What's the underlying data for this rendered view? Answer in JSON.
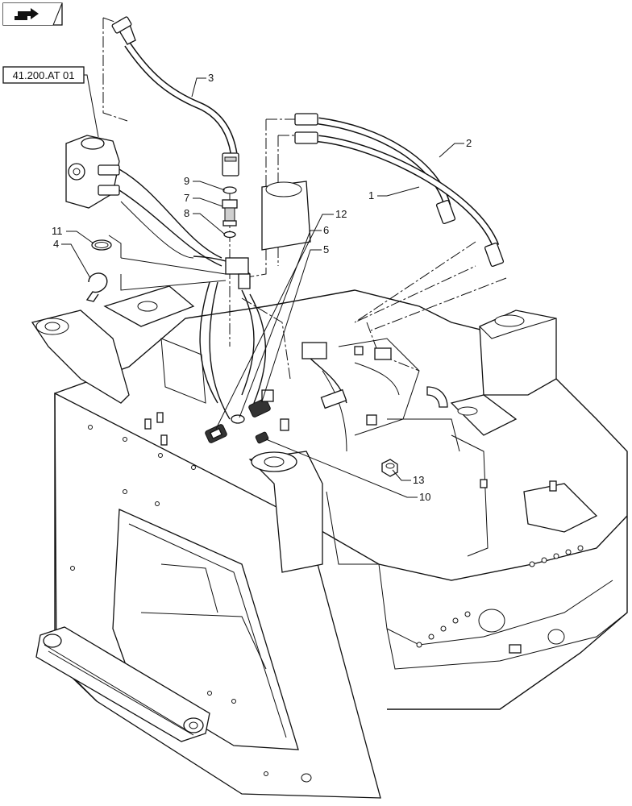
{
  "navigation": {
    "icon": "nav-arrow-icon"
  },
  "reference_box": {
    "label": "41.200.AT 01"
  },
  "callouts": [
    {
      "id": "c1",
      "label": "1"
    },
    {
      "id": "c2",
      "label": "2"
    },
    {
      "id": "c3",
      "label": "3"
    },
    {
      "id": "c4",
      "label": "4"
    },
    {
      "id": "c5",
      "label": "5"
    },
    {
      "id": "c6",
      "label": "6"
    },
    {
      "id": "c7",
      "label": "7"
    },
    {
      "id": "c8",
      "label": "8"
    },
    {
      "id": "c9",
      "label": "9"
    },
    {
      "id": "c10",
      "label": "10"
    },
    {
      "id": "c11",
      "label": "11"
    },
    {
      "id": "c12",
      "label": "12"
    },
    {
      "id": "c13",
      "label": "13"
    }
  ]
}
